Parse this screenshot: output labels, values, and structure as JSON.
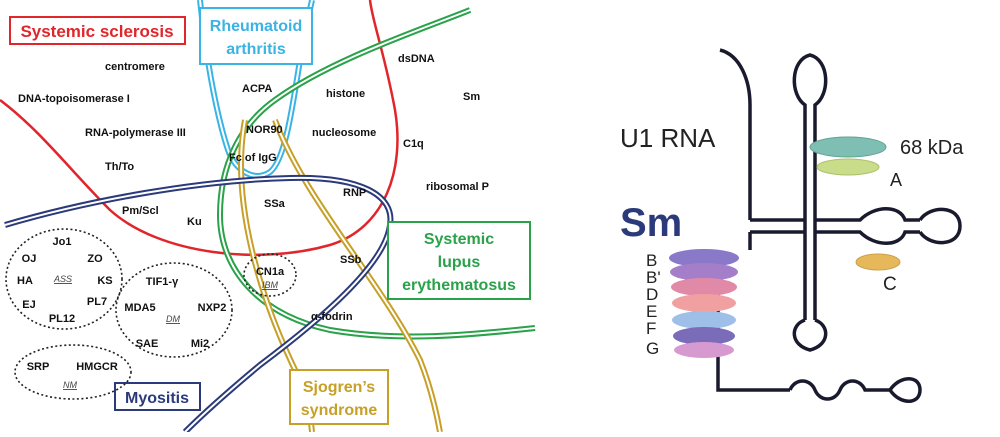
{
  "left_diagram": {
    "diseases": {
      "systemic_sclerosis": {
        "label": "Systemic sclerosis",
        "color": "#e0262b"
      },
      "rheumatoid_arthritis": {
        "lines": [
          "Rheumatoid",
          "arthritis"
        ],
        "color": "#3ab4e5"
      },
      "sle": {
        "lines": [
          "Systemic",
          "lupus",
          "erythematosus"
        ],
        "color": "#2aa24a"
      },
      "myositis": {
        "label": "Myositis",
        "color": "#2b3a7a"
      },
      "sjogren": {
        "lines": [
          "Sjogren’s",
          "syndrome"
        ],
        "color": "#c7a028"
      }
    },
    "antigens": {
      "centromere": "centromere",
      "dna_topo": "DNA-topoisomerase I",
      "rna_pol": "RNA-polymerase III",
      "th_to": "Th/To",
      "pm_scl": "Pm/Scl",
      "ku": "Ku",
      "acpa": "ACPA",
      "nor90": "NOR90",
      "fc_igg": "Fc of IgG",
      "histone": "histone",
      "nucleosome": "nucleosome",
      "dsdna": "dsDNA",
      "sm": "Sm",
      "c1q": "C1q",
      "ribosomal_p": "ribosomal P",
      "ssa": "SSa",
      "rnp": "RNP",
      "ssb": "SSb",
      "alpha_fodrin": "α-fodrin"
    },
    "clusters": {
      "ass": {
        "abbr": "ASS",
        "items": [
          "Jo1",
          "OJ",
          "ZO",
          "HA",
          "KS",
          "EJ",
          "PL7",
          "PL12"
        ]
      },
      "dm": {
        "abbr": "DM",
        "items": [
          "TIF1-γ",
          "MDA5",
          "NXP2",
          "SAE",
          "Mi2"
        ]
      },
      "ibm": {
        "abbr": "IBM",
        "items": [
          "CN1a"
        ]
      },
      "nm": {
        "abbr": "NM",
        "items": [
          "SRP",
          "HMGCR"
        ]
      }
    }
  },
  "right_diagram": {
    "rna_label": "U1 RNA",
    "sm_label": "Sm",
    "kda_label": "68 kDa",
    "a_label": "A",
    "c_label": "C",
    "sm_proteins": [
      "B",
      "B'",
      "D",
      "E",
      "F",
      "G"
    ]
  }
}
